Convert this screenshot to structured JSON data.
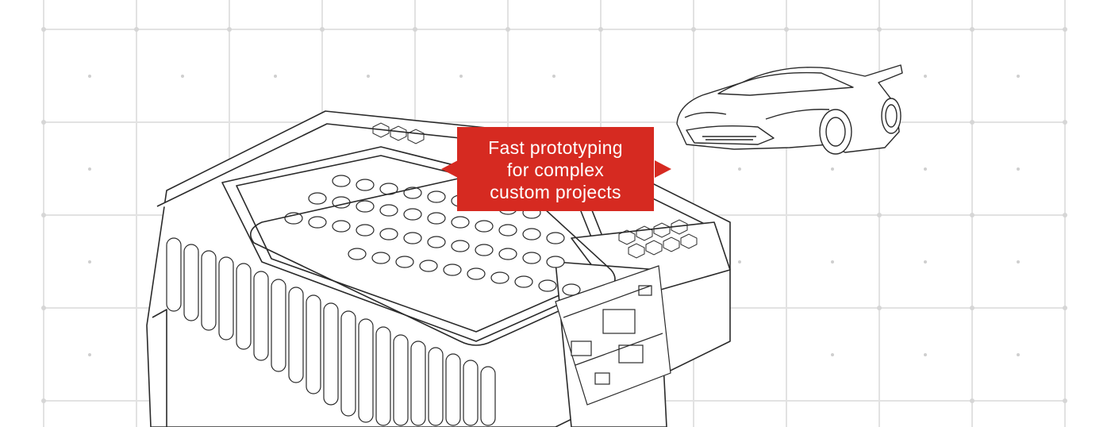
{
  "callout": {
    "lines": [
      "Fast prototyping",
      "for complex",
      "custom projects"
    ],
    "color": "#d62a21"
  },
  "illustrations": {
    "battery_icon": "battery-pack-icon",
    "car_icon": "sports-car-icon"
  },
  "colors": {
    "grid": "#e2e2e2",
    "line_art": "#2a2a2a",
    "background": "#ffffff"
  }
}
